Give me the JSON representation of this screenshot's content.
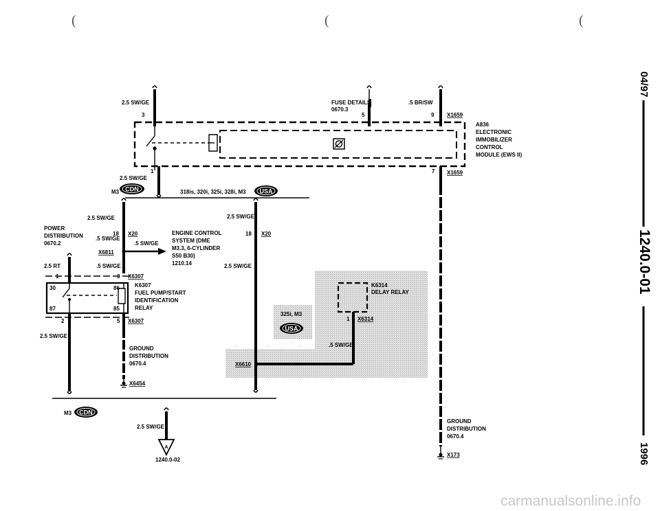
{
  "header_marks": [
    "(",
    "(",
    "("
  ],
  "side": {
    "date": "04/97",
    "page": "1240.0-01",
    "year": "1996"
  },
  "wires": {
    "w_25swge_top": "2.5 SW/GE",
    "w_25swge_left_module": "2.5 SW/GE",
    "w_5brsw": ".5 BR/SW",
    "w_25swge_mid_left": "2.5 SW/GE",
    "w_5swge_a": ".5 SW/GE",
    "w_5swge_arrow": ".5 SW/GE",
    "w_5swge_b": ".5 SW/GE",
    "w_25rt": "2.5 RT",
    "w_25swge_bottom_left": "2.5 SW/GE",
    "w_25swge_right_top": "2.5 SW/GE",
    "w_25swge_right_mid": "2.5 SW/GE",
    "w_5swge_delay": ".5 SW/GE",
    "w_25swge_bottom": "2.5 SW/GE"
  },
  "pins": {
    "p3_top": "3",
    "p5_top": "5",
    "p9_top": "9",
    "p1_mod": "1",
    "p7_mod": "7",
    "p18_left": "18",
    "p18_right": "18",
    "p3_relay": "3",
    "p1_relay": "1",
    "p30": "30",
    "p86": "86",
    "p87": "87",
    "p85": "85",
    "p2": "2",
    "p5_relay": "5",
    "p1_delay": "1"
  },
  "connectors": {
    "x1659_top": "X1659",
    "x1659_bot": "X1659",
    "x20_left": "X20",
    "x20_right": "X20",
    "x6811": "X6811",
    "x6307_top": "X6307",
    "x6307_bot": "X6307",
    "x6314": "X6314",
    "x6610": "X6610",
    "x6454": "X6454",
    "x173": "X173"
  },
  "labels": {
    "fuse": [
      "FUSE DETAILS",
      "0670.3"
    ],
    "module": [
      "A836",
      "ELECTRONIC",
      "IMMOBILIZER",
      "CONTROL",
      "MODULE (EWS II)"
    ],
    "power": [
      "POWER",
      "DISTRIBUTION",
      "0670.2"
    ],
    "engine": [
      "ENGINE CONTROL",
      "SYSTEM (DME",
      "M3.3, 6-CYLINDER",
      "S50 B30)",
      "1210.14"
    ],
    "relay": [
      "K6307",
      "FUEL PUMP/START",
      "IDENTIFICATION",
      "RELAY"
    ],
    "delay": [
      "K6314",
      "DELAY RELAY"
    ],
    "ground_left": [
      "GROUND",
      "DISTRIBUTION",
      "0670.4"
    ],
    "ground_right": [
      "GROUND",
      "DISTRIBUTION",
      "0670.4"
    ],
    "models_line": "318is, 320i, 325i, 328i, M3",
    "m3_left": "M3",
    "m3_bottom": "M3",
    "model_325i": "325i, M3",
    "ref_bottom": "1240.0-02",
    "ref_arrow": "A"
  },
  "badges": {
    "cdn_top": "CDN",
    "usa_top": "USA",
    "usa_mid": "USA",
    "cdn_bottom": "CDN"
  },
  "watermark": "carmanualsonline.info"
}
